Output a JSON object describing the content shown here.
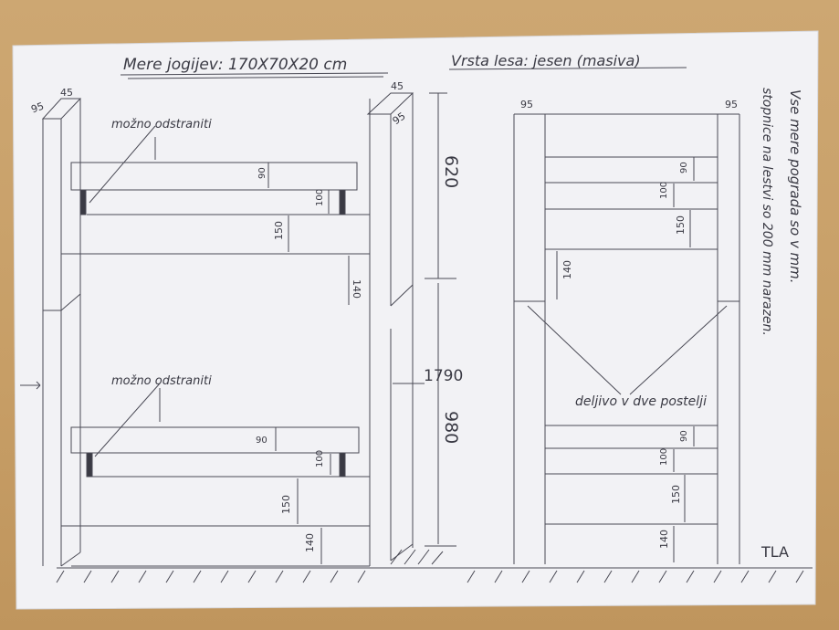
{
  "header": {
    "dimensions": "Mere jogijev: 170X70X20 cm",
    "wood_type": "Vrsta lesa: jesen (masiva)"
  },
  "notes": {
    "units": "Vse mere pograda so v mm.",
    "step_spacing": "stopnice na lestvi so 200 mm narazen."
  },
  "annotations": {
    "removable_top": "možno odstraniti",
    "removable_bottom": "možno odstraniti",
    "split": "deljivo v dve postelji",
    "ground": "TLA"
  },
  "dims": {
    "post_a": "95",
    "post_b": "45",
    "side_post_width": "45",
    "side_post_depth": "95",
    "ladder_post_left": "95",
    "ladder_post_right": "95",
    "upper_height": "620",
    "lower_height": "980",
    "total_height": "1790",
    "board_90": "90",
    "gap_100": "100",
    "board_150": "150",
    "gap_140": "140"
  },
  "colors": {
    "paper": "#f4f4f6",
    "pencil": "#3a3a44",
    "board": "#c9a46d"
  }
}
